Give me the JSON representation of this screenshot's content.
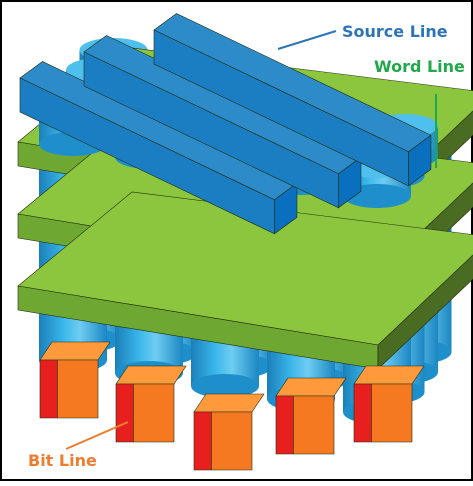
{
  "labels": {
    "source_line": "Source Line",
    "word_line": "Word Line",
    "bit_line": "Bit Line"
  },
  "colors": {
    "source_line_text": "#2e75b6",
    "word_line_text": "#21a84a",
    "bit_line_text": "#ed7d31",
    "pillar": "#29a7e0",
    "plate_top": "#8cc63f",
    "plate_front": "#4a6b22",
    "source_bar_top": "#2e8bc9",
    "source_bar_side": "#0b6fbf",
    "cube_front": "#f47920",
    "cube_left": "#e81f1f",
    "border": "#000000"
  },
  "structure": {
    "word_line_count": 3,
    "source_line_count": 3,
    "pillar_grid": [
      4,
      5
    ],
    "bit_line_cubes": 5
  }
}
